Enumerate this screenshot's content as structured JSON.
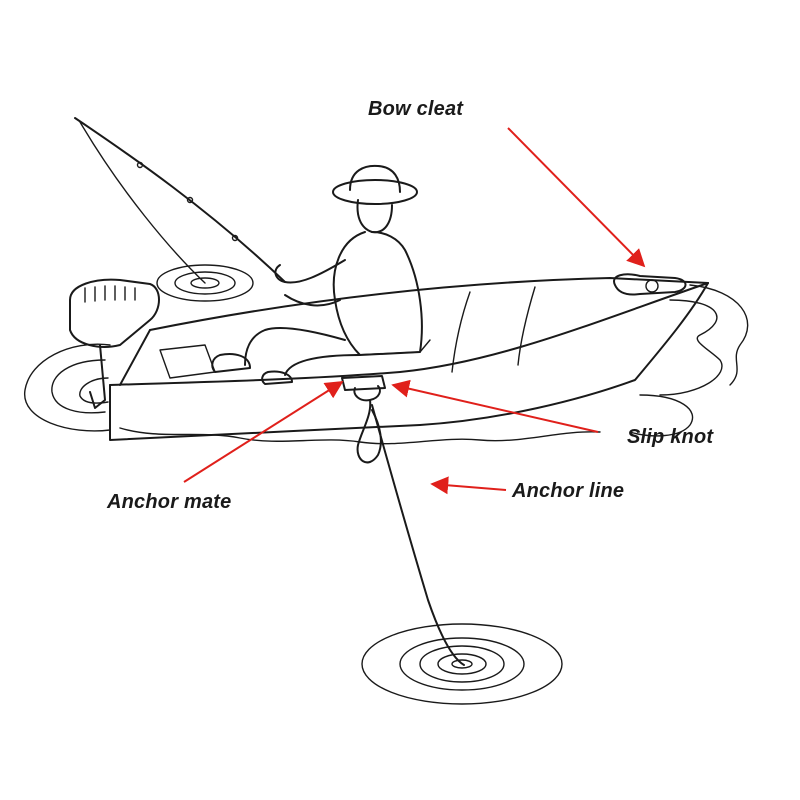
{
  "labels": {
    "bow_cleat": "Bow cleat",
    "slip_knot": "Slip knot",
    "anchor_line": "Anchor line",
    "anchor_mate": "Anchor mate"
  },
  "colors": {
    "ink": "#1a1a1a",
    "arrow": "#e0201b",
    "background": "#ffffff"
  }
}
